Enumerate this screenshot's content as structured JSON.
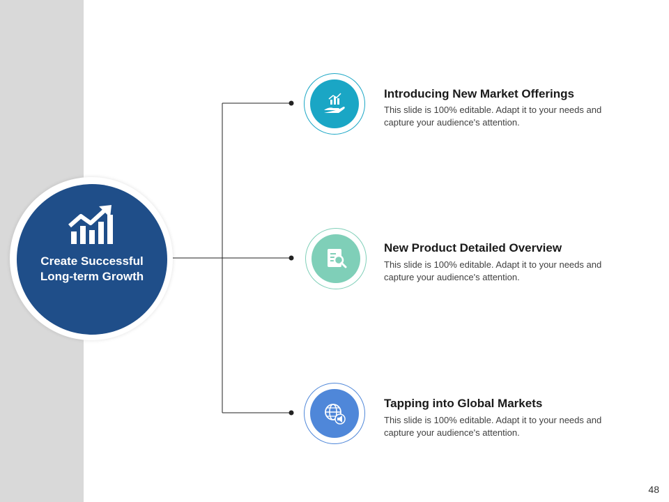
{
  "hub": {
    "title": "Create Successful Long-term Growth",
    "icon": "growth-chart-arrow-icon",
    "color": "#1f4e89"
  },
  "items": [
    {
      "title": "Introducing New Market Offerings",
      "description": "This slide is 100% editable. Adapt it to your needs and capture your audience's attention.",
      "icon": "hand-holding-chart-icon",
      "color": "#1aa6c5"
    },
    {
      "title": "New Product Detailed Overview",
      "description": "This slide is 100% editable. Adapt it to your needs and capture your audience's attention.",
      "icon": "document-search-icon",
      "color": "#7fcfb8"
    },
    {
      "title": "Tapping into Global Markets",
      "description": "This slide is 100% editable. Adapt it to your needs and capture your audience's attention.",
      "icon": "globe-megaphone-icon",
      "color": "#4f87d9"
    }
  ],
  "page_number": "48"
}
